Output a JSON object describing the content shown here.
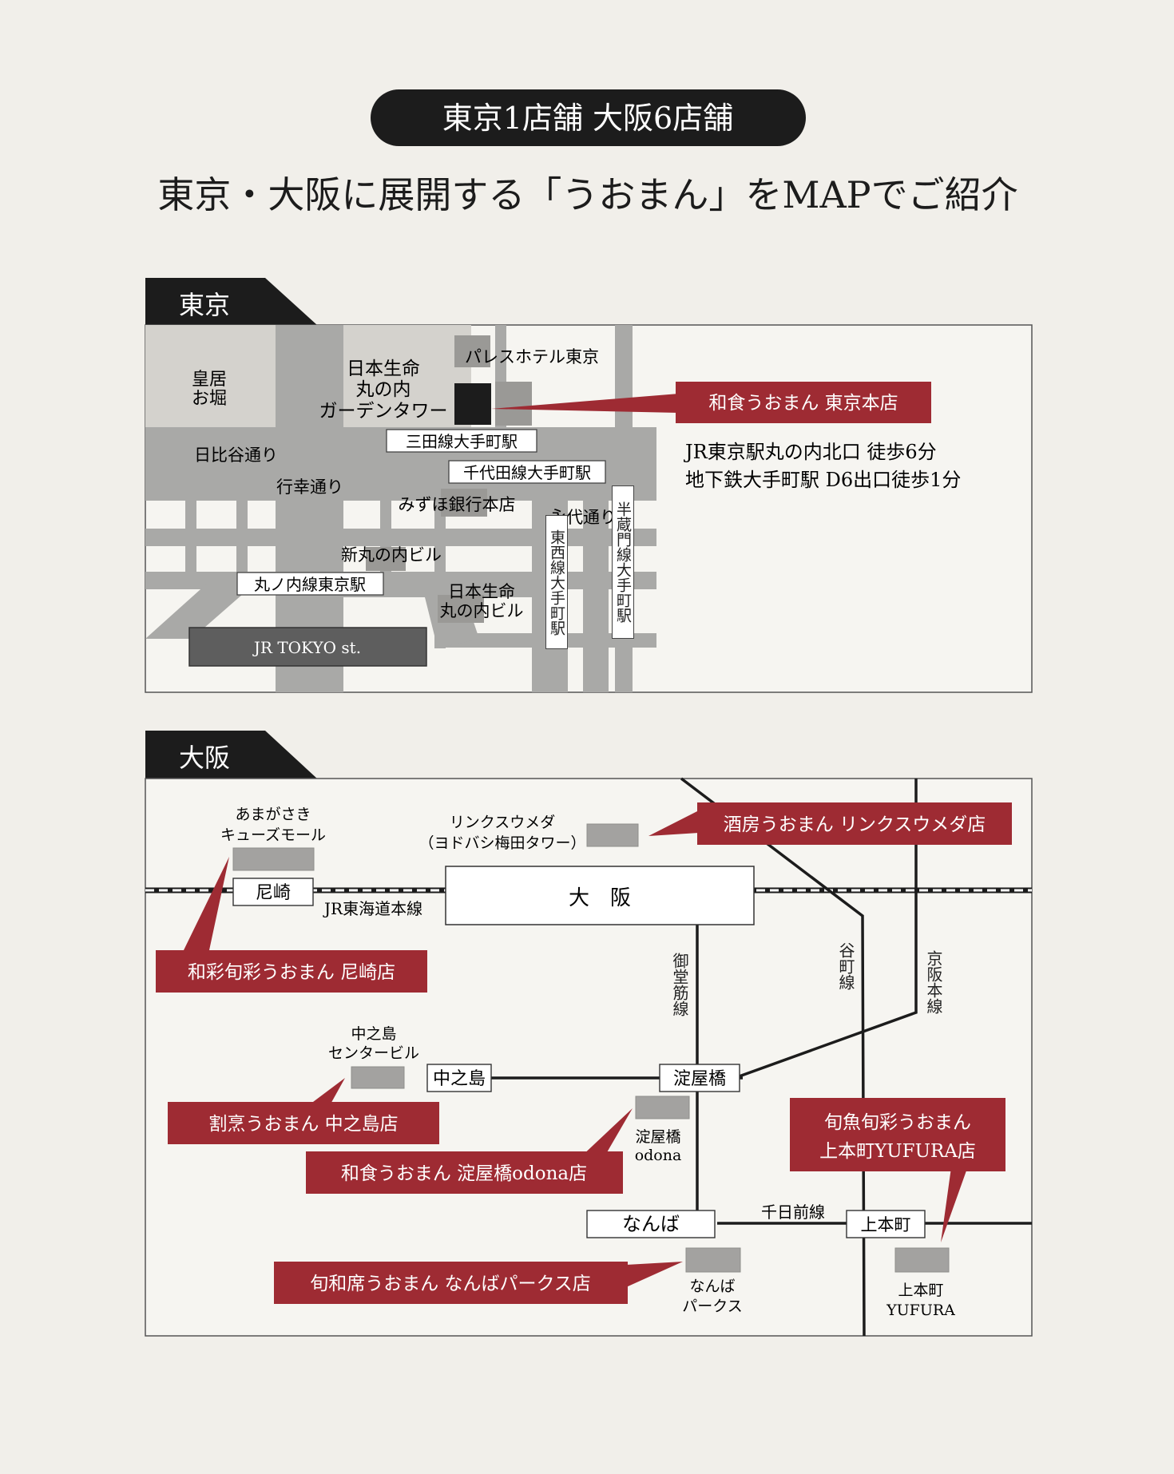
{
  "header": {
    "pill": "東京1店舗 大阪6店舗",
    "title": "東京・大阪に展開する「うおまん」をMAPでご紹介"
  },
  "colors": {
    "accent": "#9e2b33",
    "dark": "#1c1c1c",
    "road": "#a9a9a7",
    "block": "#d4d2cd",
    "paper": "#f1efea"
  },
  "tokyo": {
    "tab": "東京",
    "kokyo": [
      "皇居",
      "お堀"
    ],
    "hibiya": "日比谷通り",
    "gyoko": "行幸通り",
    "nissei_garden": [
      "日本生命",
      "丸の内",
      "ガーデンタワー"
    ],
    "palace_hotel": "パレスホテル東京",
    "mita_station": "三田線大手町駅",
    "chiyoda_station": "千代田線大手町駅",
    "mizuho": "みずほ銀行本店",
    "shinmaru": "新丸の内ビル",
    "marunouchi_station": "丸ノ内線東京駅",
    "nissei_marunouchi": [
      "日本生命",
      "丸の内ビル"
    ],
    "jr_tokyo": "JR TOKYO st.",
    "tozai_station": "東西線大手町駅",
    "eitai": "永代通り",
    "hanzomon_station": "半蔵門線大手町駅",
    "store": "和食うおまん 東京本店",
    "access": [
      "JR東京駅丸の内北口 徒歩6分",
      "地下鉄大手町駅 D6出口徒歩1分"
    ]
  },
  "osaka": {
    "tab": "大阪",
    "amagasaki_q": [
      "あまがさき",
      "キューズモール"
    ],
    "amagasaki_station": "尼崎",
    "jr_tokaido": "JR東海道本線",
    "links_umeda": [
      "リンクスウメダ",
      "（ヨドバシ梅田タワー）"
    ],
    "osaka_station": "大　阪",
    "midosuji": "御堂筋線",
    "tanimachi": "谷町線",
    "keihan": "京阪本線",
    "nakanoshima_bldg": [
      "中之島",
      "センタービル"
    ],
    "nakanoshima_station": "中之島",
    "yodoyabashi_station": "淀屋橋",
    "yodoyabashi_odona": [
      "淀屋橋",
      "odona"
    ],
    "namba_station": "なんば",
    "sennichimae": "千日前線",
    "uehonmachi_station": "上本町",
    "namba_parks": [
      "なんば",
      "パークス"
    ],
    "uehonmachi_yufura": [
      "上本町",
      "YUFURA"
    ],
    "stores": {
      "links": "酒房うおまん リンクスウメダ店",
      "amagasaki": "和彩旬彩うおまん 尼崎店",
      "nakanoshima": "割烹うおまん 中之島店",
      "yodoyabashi": "和食うおまん 淀屋橋odona店",
      "uehonmachi": [
        "旬魚旬彩うおまん",
        "上本町YUFURA店"
      ],
      "namba": "旬和席うおまん なんばパークス店"
    }
  }
}
